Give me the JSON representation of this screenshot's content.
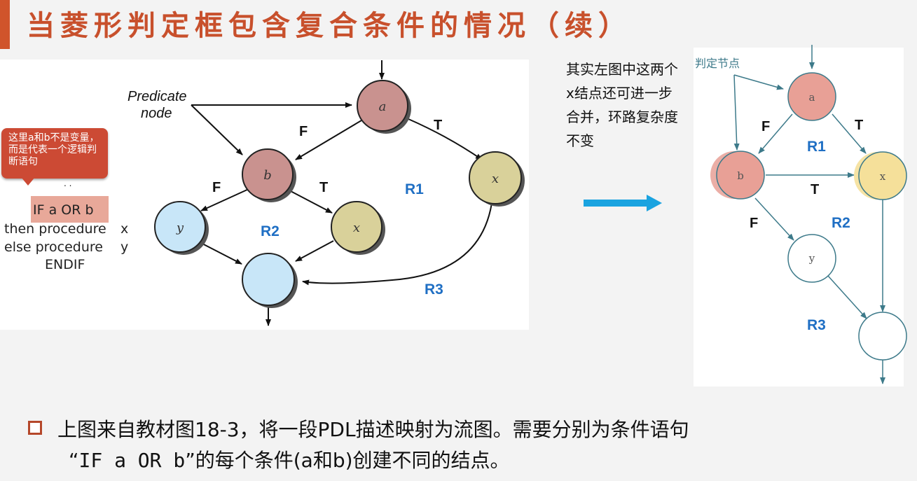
{
  "title": "当菱形判定框包含复合条件的情况（续）",
  "callout": {
    "text": "这里a和b不是变量，而是代表一个逻辑判断语句"
  },
  "pdl": {
    "dots": ". .",
    "line1": "IF a OR b",
    "line2": "then procedure",
    "line2_var": "x",
    "line3": "else procedure",
    "line3_var": "y",
    "line4": "ENDIF"
  },
  "left_graph": {
    "predicate_label_1": "Predicate",
    "predicate_label_2": "node",
    "node_a": "a",
    "node_b": "b",
    "node_x1": "x",
    "node_y": "y",
    "node_x2": "x",
    "edge_f1": "F",
    "edge_t1": "T",
    "edge_f2": "F",
    "edge_t2": "T",
    "region_r1": "R1",
    "region_r2": "R2",
    "region_r3": "R3"
  },
  "note": {
    "text": "其实左图中这两个x结点还可进一步合并，环路复杂度不变"
  },
  "right_graph": {
    "predicate_label": "判定节点",
    "node_a": "a",
    "node_b": "b",
    "node_x": "x",
    "node_y": "y",
    "edge_f1": "F",
    "edge_t1": "T",
    "edge_t2": "T",
    "edge_f2": "F",
    "region_r1": "R1",
    "region_r2": "R2",
    "region_r3": "R3"
  },
  "bottom": {
    "line1": "上图来自教材图18-3，将一段PDL描述映射为流图。需要分别为条件语句",
    "line2_quote_open": "“",
    "line2_code": "IF a OR b",
    "line2_rest": "”的每个条件(a和b)创建不同的结点。"
  },
  "colors": {
    "title": "#c8502c",
    "callout": "#cc4a34",
    "highlight": "#e8a899",
    "node_pred_left": "#c9928f",
    "node_x_left": "#d9d19a",
    "node_light_blue": "#c8e6f8",
    "node_pred_right": "#e8a096",
    "node_x_right": "#f5e09a",
    "region_label": "#1f6fc4",
    "arrow_blue": "#1aa3e0",
    "right_edge": "#3d7a8a"
  }
}
